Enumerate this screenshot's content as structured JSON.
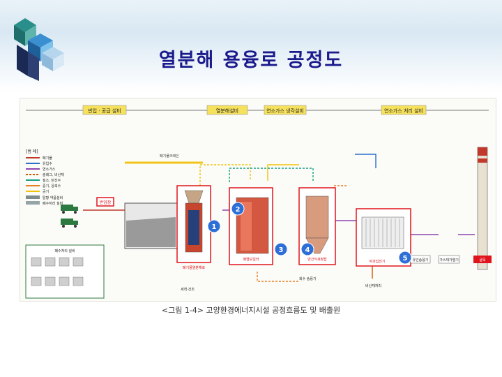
{
  "title": "열분해 용융로 공정도",
  "caption": "<그림 1-4> 고양환경에너지시설 공정흐름도 및 배출원",
  "colors": {
    "title": "#1a1a8c",
    "highlight": "#e0141c",
    "badge": "#2d6fd6"
  },
  "diagram": {
    "stages": [
      {
        "label": "반입 · 공급 설비"
      },
      {
        "label": "열분해설비"
      },
      {
        "label": "연소가스 냉각설비"
      },
      {
        "label": "연소가스 처리 설비"
      }
    ],
    "legend_title": "[범 례]",
    "legend": [
      "폐기물",
      "유입수",
      "연소가스",
      "슬래그, 비산재",
      "질소, 탄산수",
      "증기, 응축수",
      "공기",
      "탈황 약품설비",
      "폐수처리 설비"
    ],
    "labels": {
      "intake": "반입장",
      "equipment_box": "폐수처리 설비",
      "crane": "폐기물크레인",
      "furnace": "폐기물열분해로",
      "boiler": "폐열보일러",
      "reactor": "반건식세정탑",
      "filter": "여과집진기",
      "induced_fan": "유인송풍기",
      "preheater": "가스재가열기",
      "stack": "굴뚝",
      "pump": "회수 송풍기",
      "fly_ash": "비산재처리",
      "dryer": "세척·건조"
    },
    "markers": [
      {
        "num": "1"
      },
      {
        "num": "2"
      },
      {
        "num": "3"
      },
      {
        "num": "4"
      },
      {
        "num": "5"
      }
    ]
  }
}
